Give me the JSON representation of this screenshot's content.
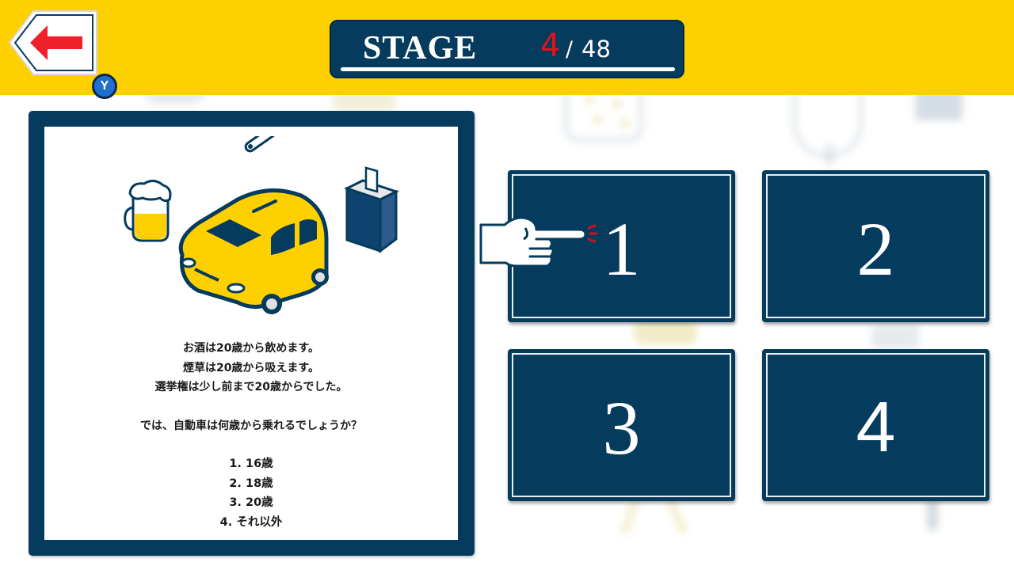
{
  "header": {
    "back_button": {
      "icon": "red-left-arrow-icon",
      "badge_label": "Y"
    },
    "stage": {
      "label": "STAGE",
      "current": "4",
      "separator": "/",
      "total": "48"
    }
  },
  "question": {
    "illustration": [
      "beer-mug",
      "cigarette",
      "yellow-car",
      "ballot-box"
    ],
    "lines": [
      "お酒は20歳から飲めます。",
      "煙草は20歳から吸えます。",
      "選挙権は少し前まで20歳からでした。",
      "",
      "では、自動車は何歳から乗れるでしょうか？"
    ],
    "choices": [
      "1. 16歳",
      "2. 18歳",
      "3. 20歳",
      "4. それ以外"
    ]
  },
  "answers": [
    {
      "label": "1",
      "selected": true
    },
    {
      "label": "2",
      "selected": false
    },
    {
      "label": "3",
      "selected": false
    },
    {
      "label": "4",
      "selected": false
    }
  ],
  "colors": {
    "header_bg": "#ffd000",
    "panel_navy": "#053b5c",
    "stage_current": "#e8101a",
    "arrow_red": "#f0202a",
    "badge_blue": "#1e6fd0"
  }
}
